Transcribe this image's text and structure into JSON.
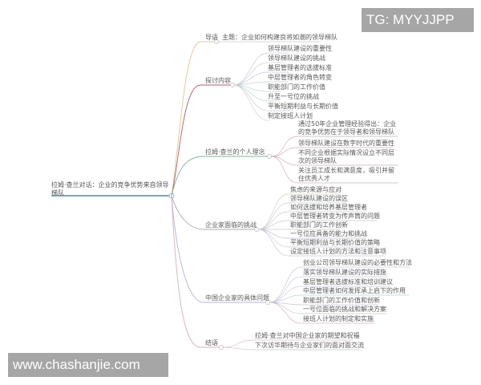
{
  "root": {
    "label": "拉姆·查兰对话：企业的竞争优势来自领导梯队"
  },
  "branches": [
    {
      "label": "导语",
      "color": "#e8c48a",
      "children": [
        "主题：企业如何构建良将如潮的领导梯队"
      ]
    },
    {
      "label": "探讨内容",
      "color": "#b35a7a",
      "children": [
        "领导梯队建设的重要性",
        "领导梯队建设的挑战",
        "基层管理者的选拔标准",
        "中层管理者的角色转变",
        "职能部门的工作价值",
        "升至一号位的挑战",
        "平衡短期利益与长期价值",
        "制定接班人计划"
      ]
    },
    {
      "label": "拉姆·查兰的个人理念",
      "color": "#7fb59a",
      "children": [
        "通过50年企业管理经验得出：企业的竞争优势在于领导者和领导梯队",
        "领导梯队建设在数字时代的重要性",
        "不同企业根据实际情况设立不同层次的领导梯队",
        "关注员工成长和满意度，吸引并留住优秀人才"
      ]
    },
    {
      "label": "企业家面临的挑战",
      "color": "#a8a8b8",
      "children": [
        "焦虑的来源与应对",
        "领导梯队建设的误区",
        "如何选拔和培养基层管理者",
        "中层管理者转变为传声筒的问题",
        "职能部门的工作创新",
        "一号位应具备的能力和挑战",
        "平衡短期利益与长期价值的策略",
        "设定接班人计划的方法和注意事项"
      ]
    },
    {
      "label": "中国企业家的具体问题",
      "color": "#b8b0d8",
      "children": [
        "创业公司领导梯队建设的必要性和方法",
        "落实领导梯队建设的实际措施",
        "基层管理者选拔标准和培训建议",
        "中层管理者如何发挥承上启下的作用",
        "职能部门的工作价值和创新",
        "一号位面临的挑战和解决方案",
        "接班人计划的制定和实施"
      ]
    },
    {
      "label": "结语",
      "color": "#d8b0c0",
      "children": [
        "拉姆·查兰对中国企业家的期望和祝福",
        "下次访华期待与企业家们的面对面交流"
      ]
    }
  ],
  "watermarks": {
    "top_right": "TG: MYYJJPP",
    "bottom_left": "www.chashanjie.com"
  }
}
